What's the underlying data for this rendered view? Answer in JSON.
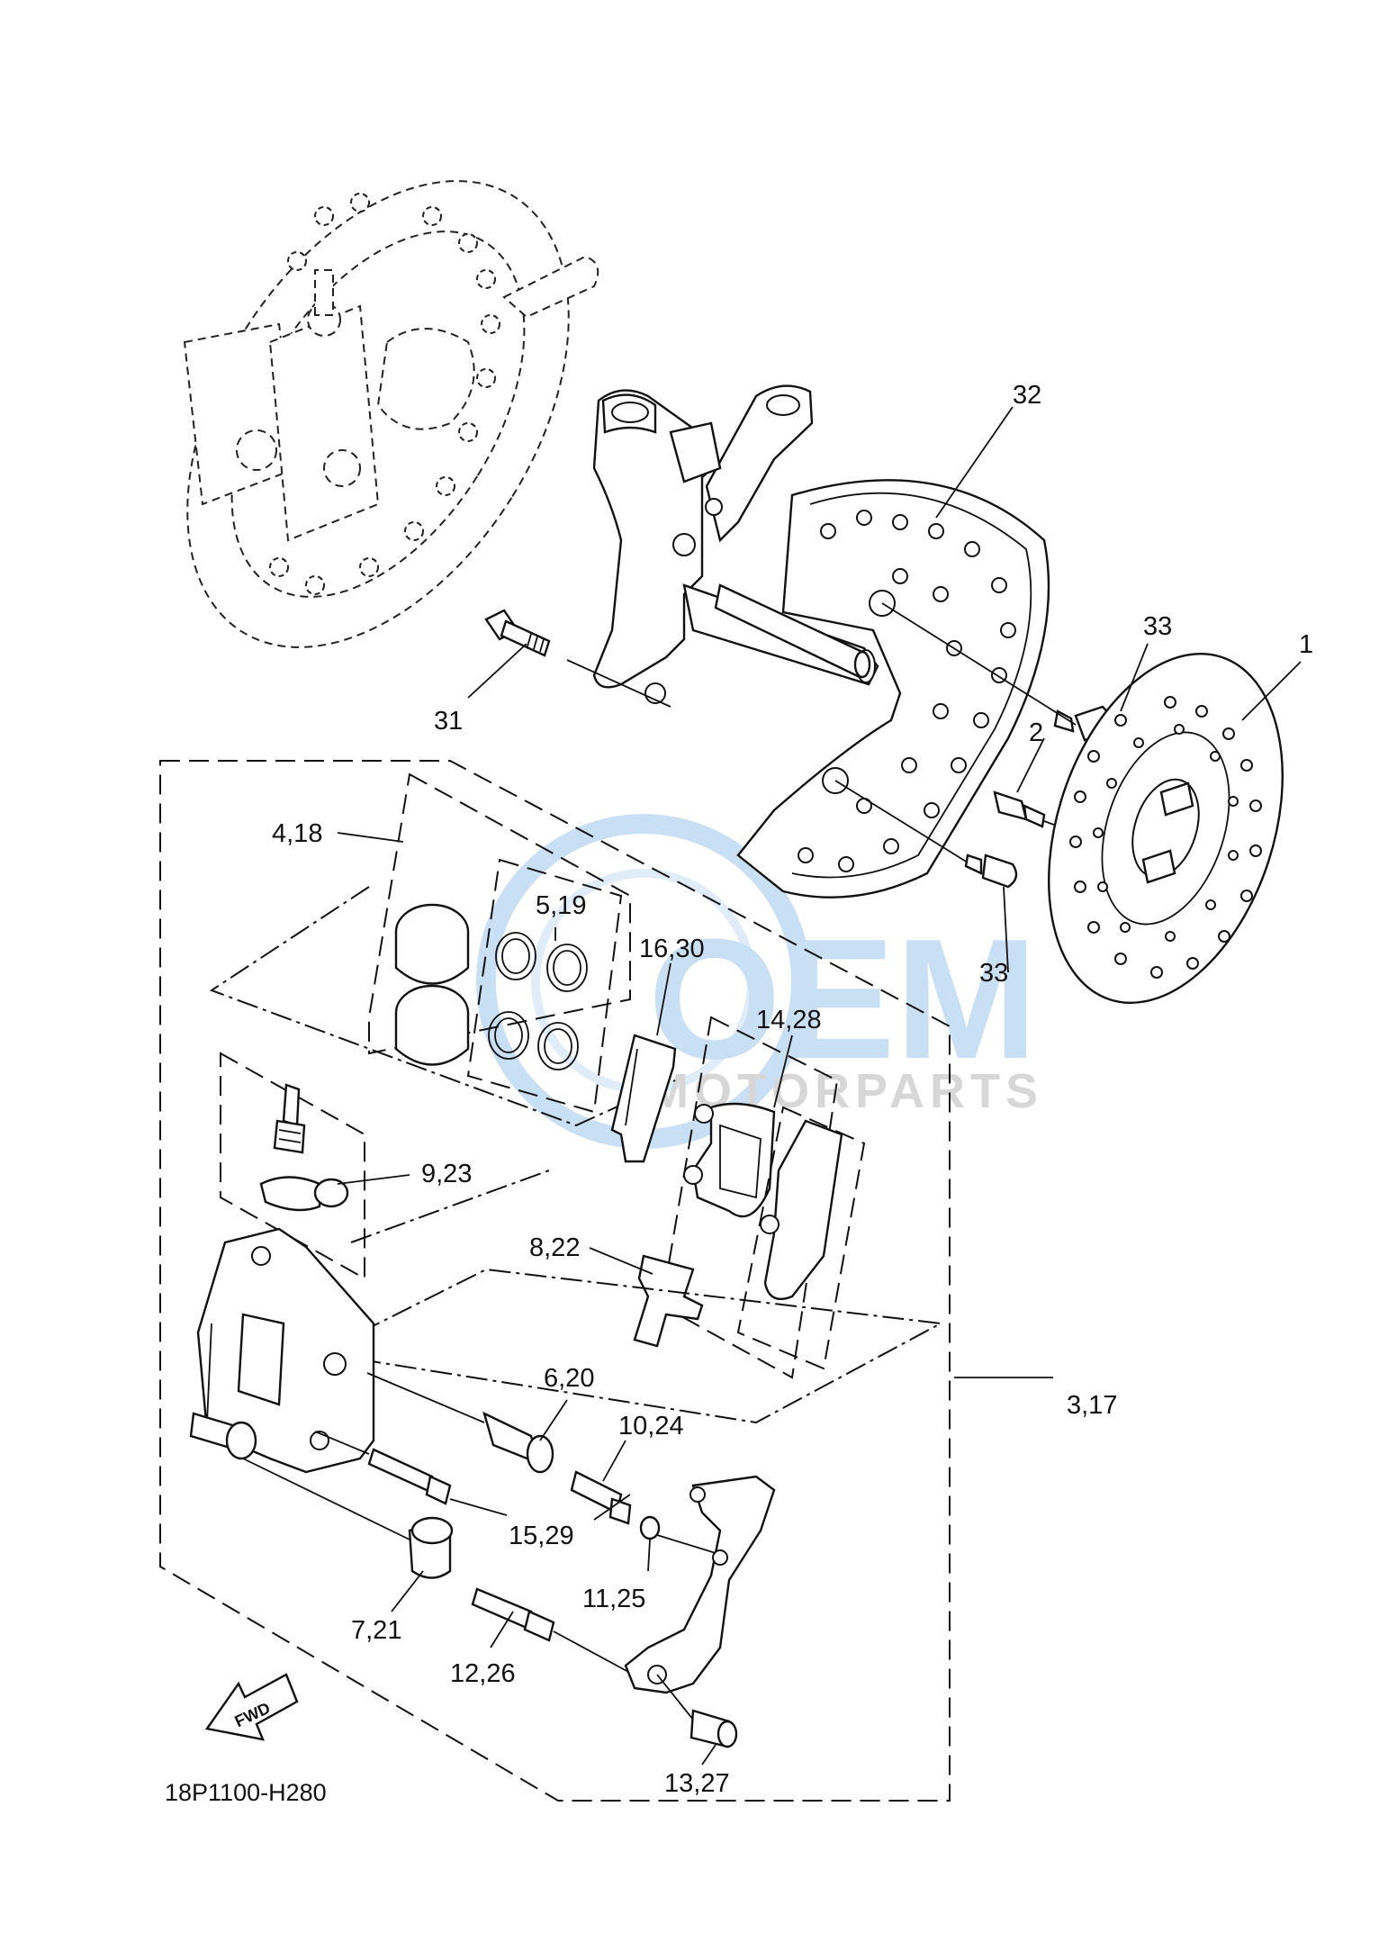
{
  "diagram_code": "18P1100-H280",
  "direction_marker": "FWD",
  "watermark": {
    "brand": "OEM",
    "sub": "MOTORPARTS",
    "color": "#9ec8ec"
  },
  "callouts": {
    "c1": "1",
    "c2": "2",
    "c3": "3,17",
    "c4": "4,18",
    "c5": "5,19",
    "c6": "6,20",
    "c7": "7,21",
    "c8": "8,22",
    "c9": "9,23",
    "c10": "10,24",
    "c11": "11,25",
    "c12": "12,26",
    "c13": "13,27",
    "c14": "14,28",
    "c15": "15,29",
    "c16": "16,30",
    "c31": "31",
    "c32": "32",
    "c33a": "33",
    "c33b": "33"
  }
}
